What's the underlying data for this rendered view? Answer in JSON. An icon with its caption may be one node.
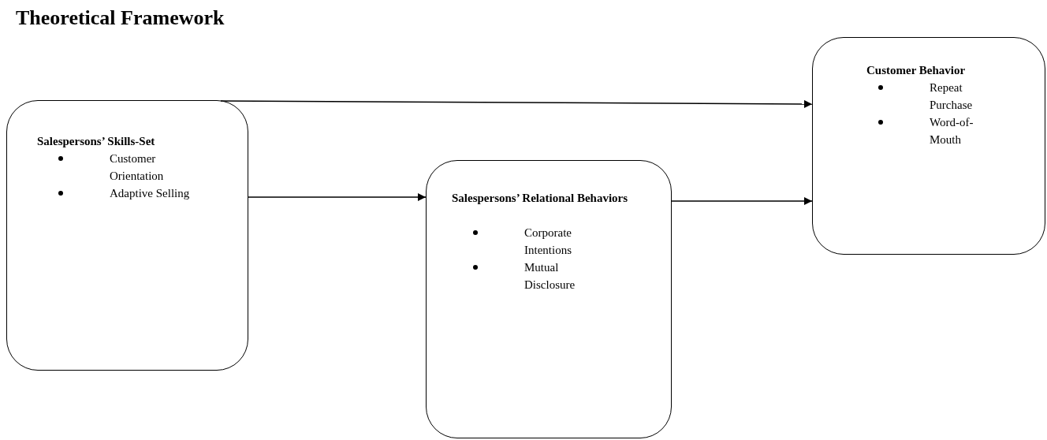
{
  "diagram": {
    "title": "Theoretical Framework",
    "nodes": [
      {
        "text": [
          "Salespersons’ Skills-Set",
          "Customer Orientation",
          "Adaptive Selling"
        ]
      },
      {
        "text": [
          "Salespersons’ Relational Behaviors",
          "Corporate Intentions",
          "Mutual Disclosure"
        ]
      },
      {
        "text": [
          "Customer Behavior",
          "Repeat Purchase",
          "Word-of-Mouth"
        ]
      }
    ],
    "edges": [
      {
        "from": 0,
        "to": 2,
        "arrow": "to"
      },
      {
        "from": 0,
        "to": 1,
        "arrow": "to"
      },
      {
        "from": 1,
        "to": 2,
        "arrow": "to"
      }
    ]
  }
}
